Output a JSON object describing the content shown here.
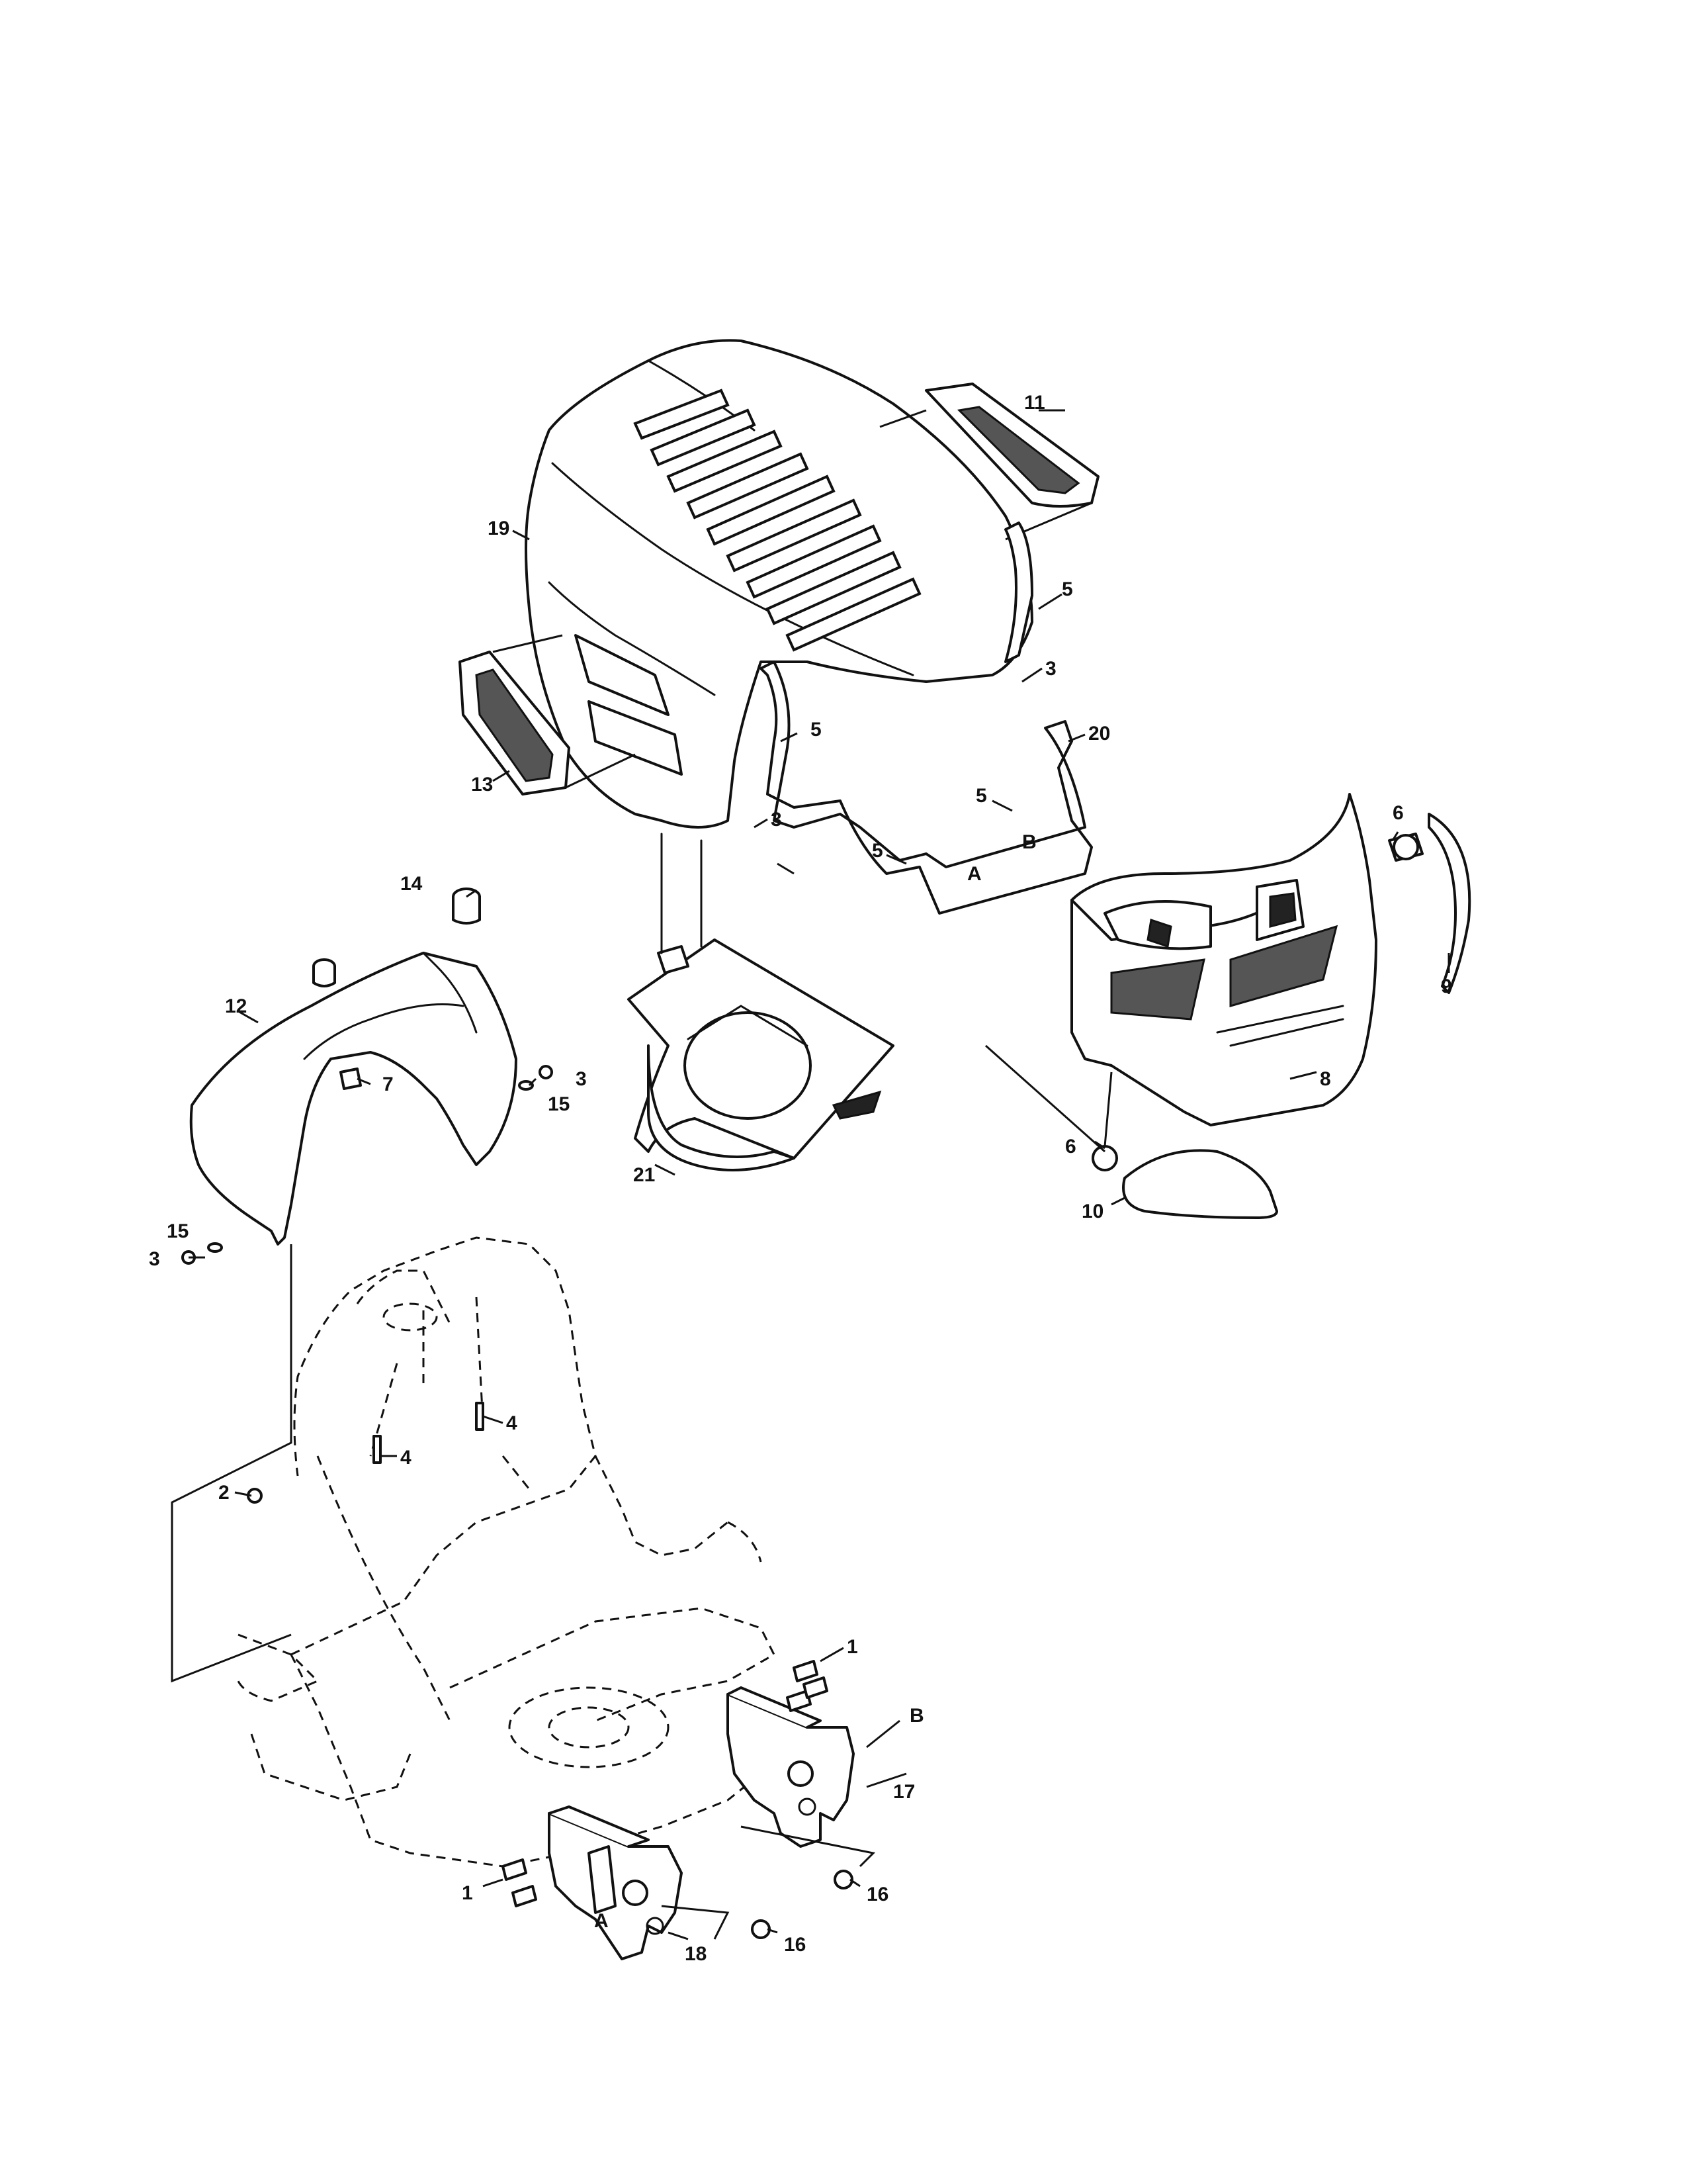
{
  "callouts": [
    {
      "id": "c1a",
      "text": "1"
    },
    {
      "id": "c1b",
      "text": "1"
    },
    {
      "id": "c2",
      "text": "2"
    },
    {
      "id": "c3a",
      "text": "3"
    },
    {
      "id": "c3b",
      "text": "3"
    },
    {
      "id": "c3c",
      "text": "3"
    },
    {
      "id": "c3d",
      "text": "3"
    },
    {
      "id": "c4a",
      "text": "4"
    },
    {
      "id": "c4b",
      "text": "4"
    },
    {
      "id": "c5a",
      "text": "5"
    },
    {
      "id": "c5b",
      "text": "5"
    },
    {
      "id": "c5c",
      "text": "5"
    },
    {
      "id": "c5d",
      "text": "5"
    },
    {
      "id": "c6a",
      "text": "6"
    },
    {
      "id": "c6b",
      "text": "6"
    },
    {
      "id": "c7",
      "text": "7"
    },
    {
      "id": "c8",
      "text": "8"
    },
    {
      "id": "c9",
      "text": "9"
    },
    {
      "id": "c10",
      "text": "10"
    },
    {
      "id": "c11",
      "text": "11"
    },
    {
      "id": "c12",
      "text": "12"
    },
    {
      "id": "c13",
      "text": "13"
    },
    {
      "id": "c14",
      "text": "14"
    },
    {
      "id": "c15a",
      "text": "15"
    },
    {
      "id": "c15b",
      "text": "15"
    },
    {
      "id": "c16a",
      "text": "16"
    },
    {
      "id": "c16b",
      "text": "16"
    },
    {
      "id": "c17",
      "text": "17"
    },
    {
      "id": "c18",
      "text": "18"
    },
    {
      "id": "c19",
      "text": "19"
    },
    {
      "id": "c20",
      "text": "20"
    },
    {
      "id": "c21",
      "text": "21"
    },
    {
      "id": "cAa",
      "text": "A"
    },
    {
      "id": "cAb",
      "text": "A"
    },
    {
      "id": "cBa",
      "text": "B"
    },
    {
      "id": "cBb",
      "text": "B"
    }
  ]
}
